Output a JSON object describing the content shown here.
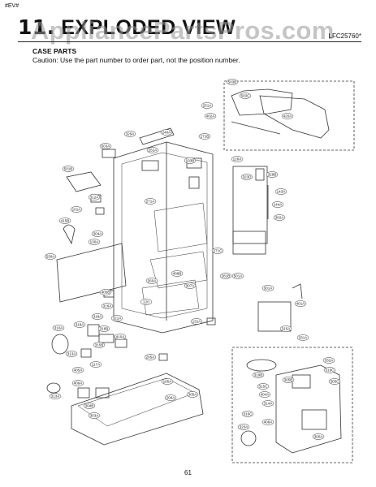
{
  "revision": "#EV#",
  "watermark": "AppliancePartsPros.com",
  "header": {
    "section_number": "11.",
    "title": "EXPLODED VIEW",
    "model": "LFC25760*"
  },
  "subtitle": "CASE PARTS",
  "caution": "Caution: Use the part number to order part, not the position number.",
  "parts": [
    "503B",
    "503C",
    "251A",
    "402A",
    "420A",
    "329A",
    "240A",
    "271B",
    "271A",
    "252A",
    "103B",
    "128A",
    "501B",
    "312A",
    "101A",
    "503A",
    "329B",
    "143A",
    "144A",
    "302A",
    "323D",
    "415B",
    "304A",
    "530A",
    "130A",
    "271C",
    "281B",
    "406B",
    "501A",
    "260A",
    "405B",
    "307A",
    "301A",
    "316A",
    "318A",
    "120",
    "319A",
    "401A",
    "310A",
    "316B",
    "321A",
    "410A",
    "315A",
    "131A",
    "315B",
    "313A",
    "205A",
    "331A",
    "405A",
    "117A",
    "332A",
    "409A",
    "105A",
    "204A",
    "305A",
    "313A",
    "319C",
    "304B",
    "319B",
    "303A",
    "315C",
    "404A",
    "314A",
    "316C",
    "408A",
    "305B",
    "305C",
    "320A",
    "300A"
  ],
  "page_number": "61"
}
